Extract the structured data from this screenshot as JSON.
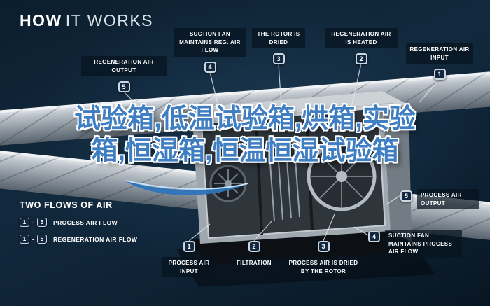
{
  "title": {
    "bold": "HOW",
    "rest": "IT WORKS"
  },
  "watermark": "试验箱,低温试验箱,烘箱,实验箱,恒湿箱,恒温恒湿试验箱",
  "callouts": {
    "reg_output": {
      "label": "REGENERATION AIR OUTPUT",
      "number": "5"
    },
    "suction_reg": {
      "label": "SUCTION FAN MAINTAINS REG. AIR FLOW",
      "number": "4"
    },
    "rotor_dried": {
      "label": "THE ROTOR IS DRIED",
      "number": "3"
    },
    "reg_heated": {
      "label": "REGENERATION AIR IS HEATED",
      "number": "2"
    },
    "reg_input": {
      "label": "REGENERATION AIR INPUT",
      "number": "1"
    },
    "process_output": {
      "label": "PROCESS AIR OUTPUT",
      "number": "5"
    },
    "suction_process": {
      "label": "SUCTION FAN MAINTAINS PROCESS AIR FLOW",
      "number": "4"
    },
    "process_dried": {
      "label": "PROCESS AIR IS DRIED BY THE ROTOR",
      "number": "3"
    },
    "filtration": {
      "label": "FILTRATION",
      "number": "2"
    },
    "process_input": {
      "label": "PROCESS AIR INPUT",
      "number": "1"
    }
  },
  "legend": {
    "heading": "TWO FLOWS OF AIR",
    "rows": [
      {
        "from": "1",
        "separator": "-",
        "to": "5",
        "label": "PROCESS AIR FLOW"
      },
      {
        "from": "1",
        "separator": "-",
        "to": "5",
        "label": "REGENERATION AIR FLOW"
      }
    ]
  },
  "colors": {
    "background": "#0d2233",
    "watermark_blue": "#3f7ec2",
    "badge_border": "#cdd8e2",
    "badge_fill": "#112840",
    "label_text": "#ffffff"
  }
}
